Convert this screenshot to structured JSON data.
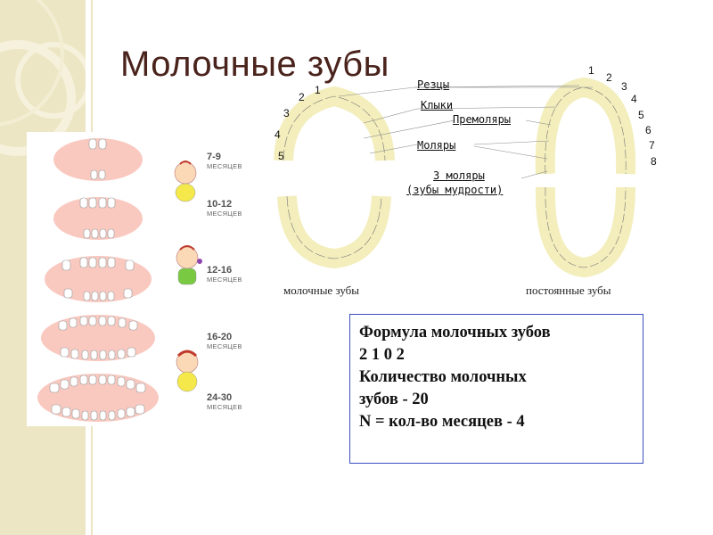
{
  "slide": {
    "title": "Молочные зубы"
  },
  "stages": [
    {
      "range": "7-9",
      "unit": "МЕСЯЦЕВ"
    },
    {
      "range": "10-12",
      "unit": "МЕСЯЦЕВ"
    },
    {
      "range": "12-16",
      "unit": "МЕСЯЦЕВ"
    },
    {
      "range": "16-20",
      "unit": "МЕСЯЦЕВ"
    },
    {
      "range": "24-30",
      "unit": "МЕСЯЦЕВ"
    }
  ],
  "diagram": {
    "labels": {
      "incisors": "Резцы",
      "canines": "Клыки",
      "premolars": "Премоляры",
      "molars": "Моляры",
      "third_molars": "3 моляры",
      "wisdom": "(зубы мудрости)"
    },
    "milk_numbers": [
      "1",
      "2",
      "3",
      "4",
      "5"
    ],
    "permanent_numbers": [
      "1",
      "2",
      "3",
      "4",
      "5",
      "6",
      "7",
      "8"
    ],
    "caption_milk": "молочные зубы",
    "caption_permanent": "постоянные зубы"
  },
  "formula": {
    "line1": "Формула молочных зубов",
    "line2": "2 1 0 2",
    "line3": "Количество молочных",
    "line4": "зубов - 20",
    "line5": "N = кол-во месяцев - 4"
  },
  "colors": {
    "title": "#4a231c",
    "gum": "#f9c9c0",
    "tooth": "#f3eebc",
    "box_border": "#3b4fbf",
    "panel": "#ede6c4"
  }
}
